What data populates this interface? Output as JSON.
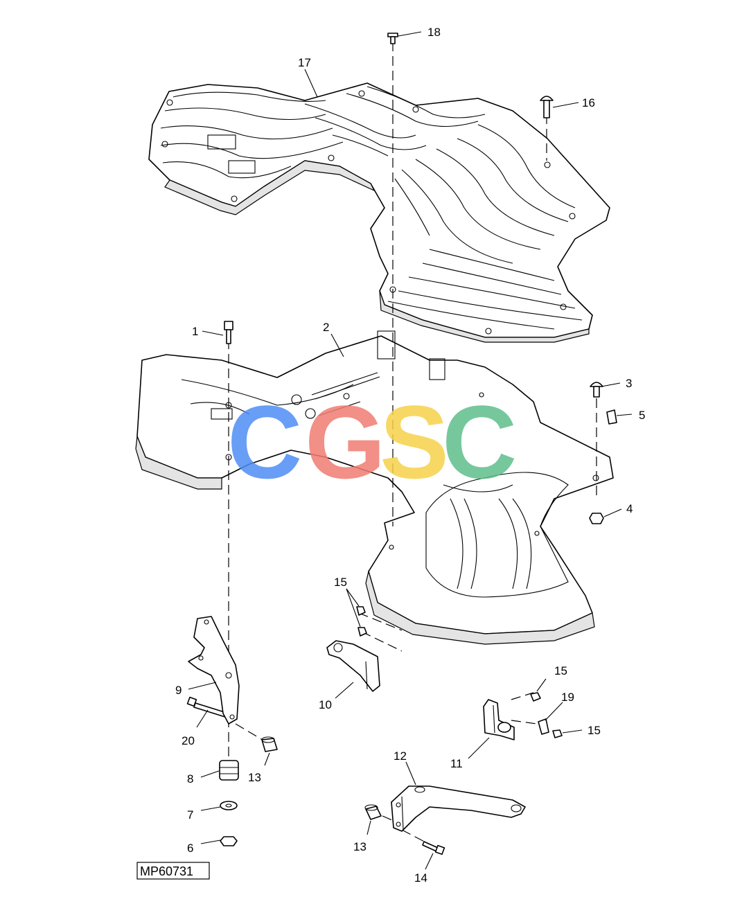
{
  "figure_code": "MP60731",
  "watermark": {
    "letters": [
      {
        "char": "C",
        "color": "#4f8ef5"
      },
      {
        "char": "G",
        "color": "#f07c72"
      },
      {
        "char": "S",
        "color": "#f7d24a"
      },
      {
        "char": "C",
        "color": "#5fbf8b"
      }
    ]
  },
  "callouts": {
    "c1": "1",
    "c2": "2",
    "c3": "3",
    "c4": "4",
    "c5": "5",
    "c6": "6",
    "c7": "7",
    "c8": "8",
    "c9": "9",
    "c10": "10",
    "c11": "11",
    "c12": "12",
    "c13a": "13",
    "c13b": "13",
    "c14": "14",
    "c15a": "15",
    "c15b": "15",
    "c15c": "15",
    "c16": "16",
    "c17": "17",
    "c18": "18",
    "c19": "19",
    "c20": "20"
  }
}
